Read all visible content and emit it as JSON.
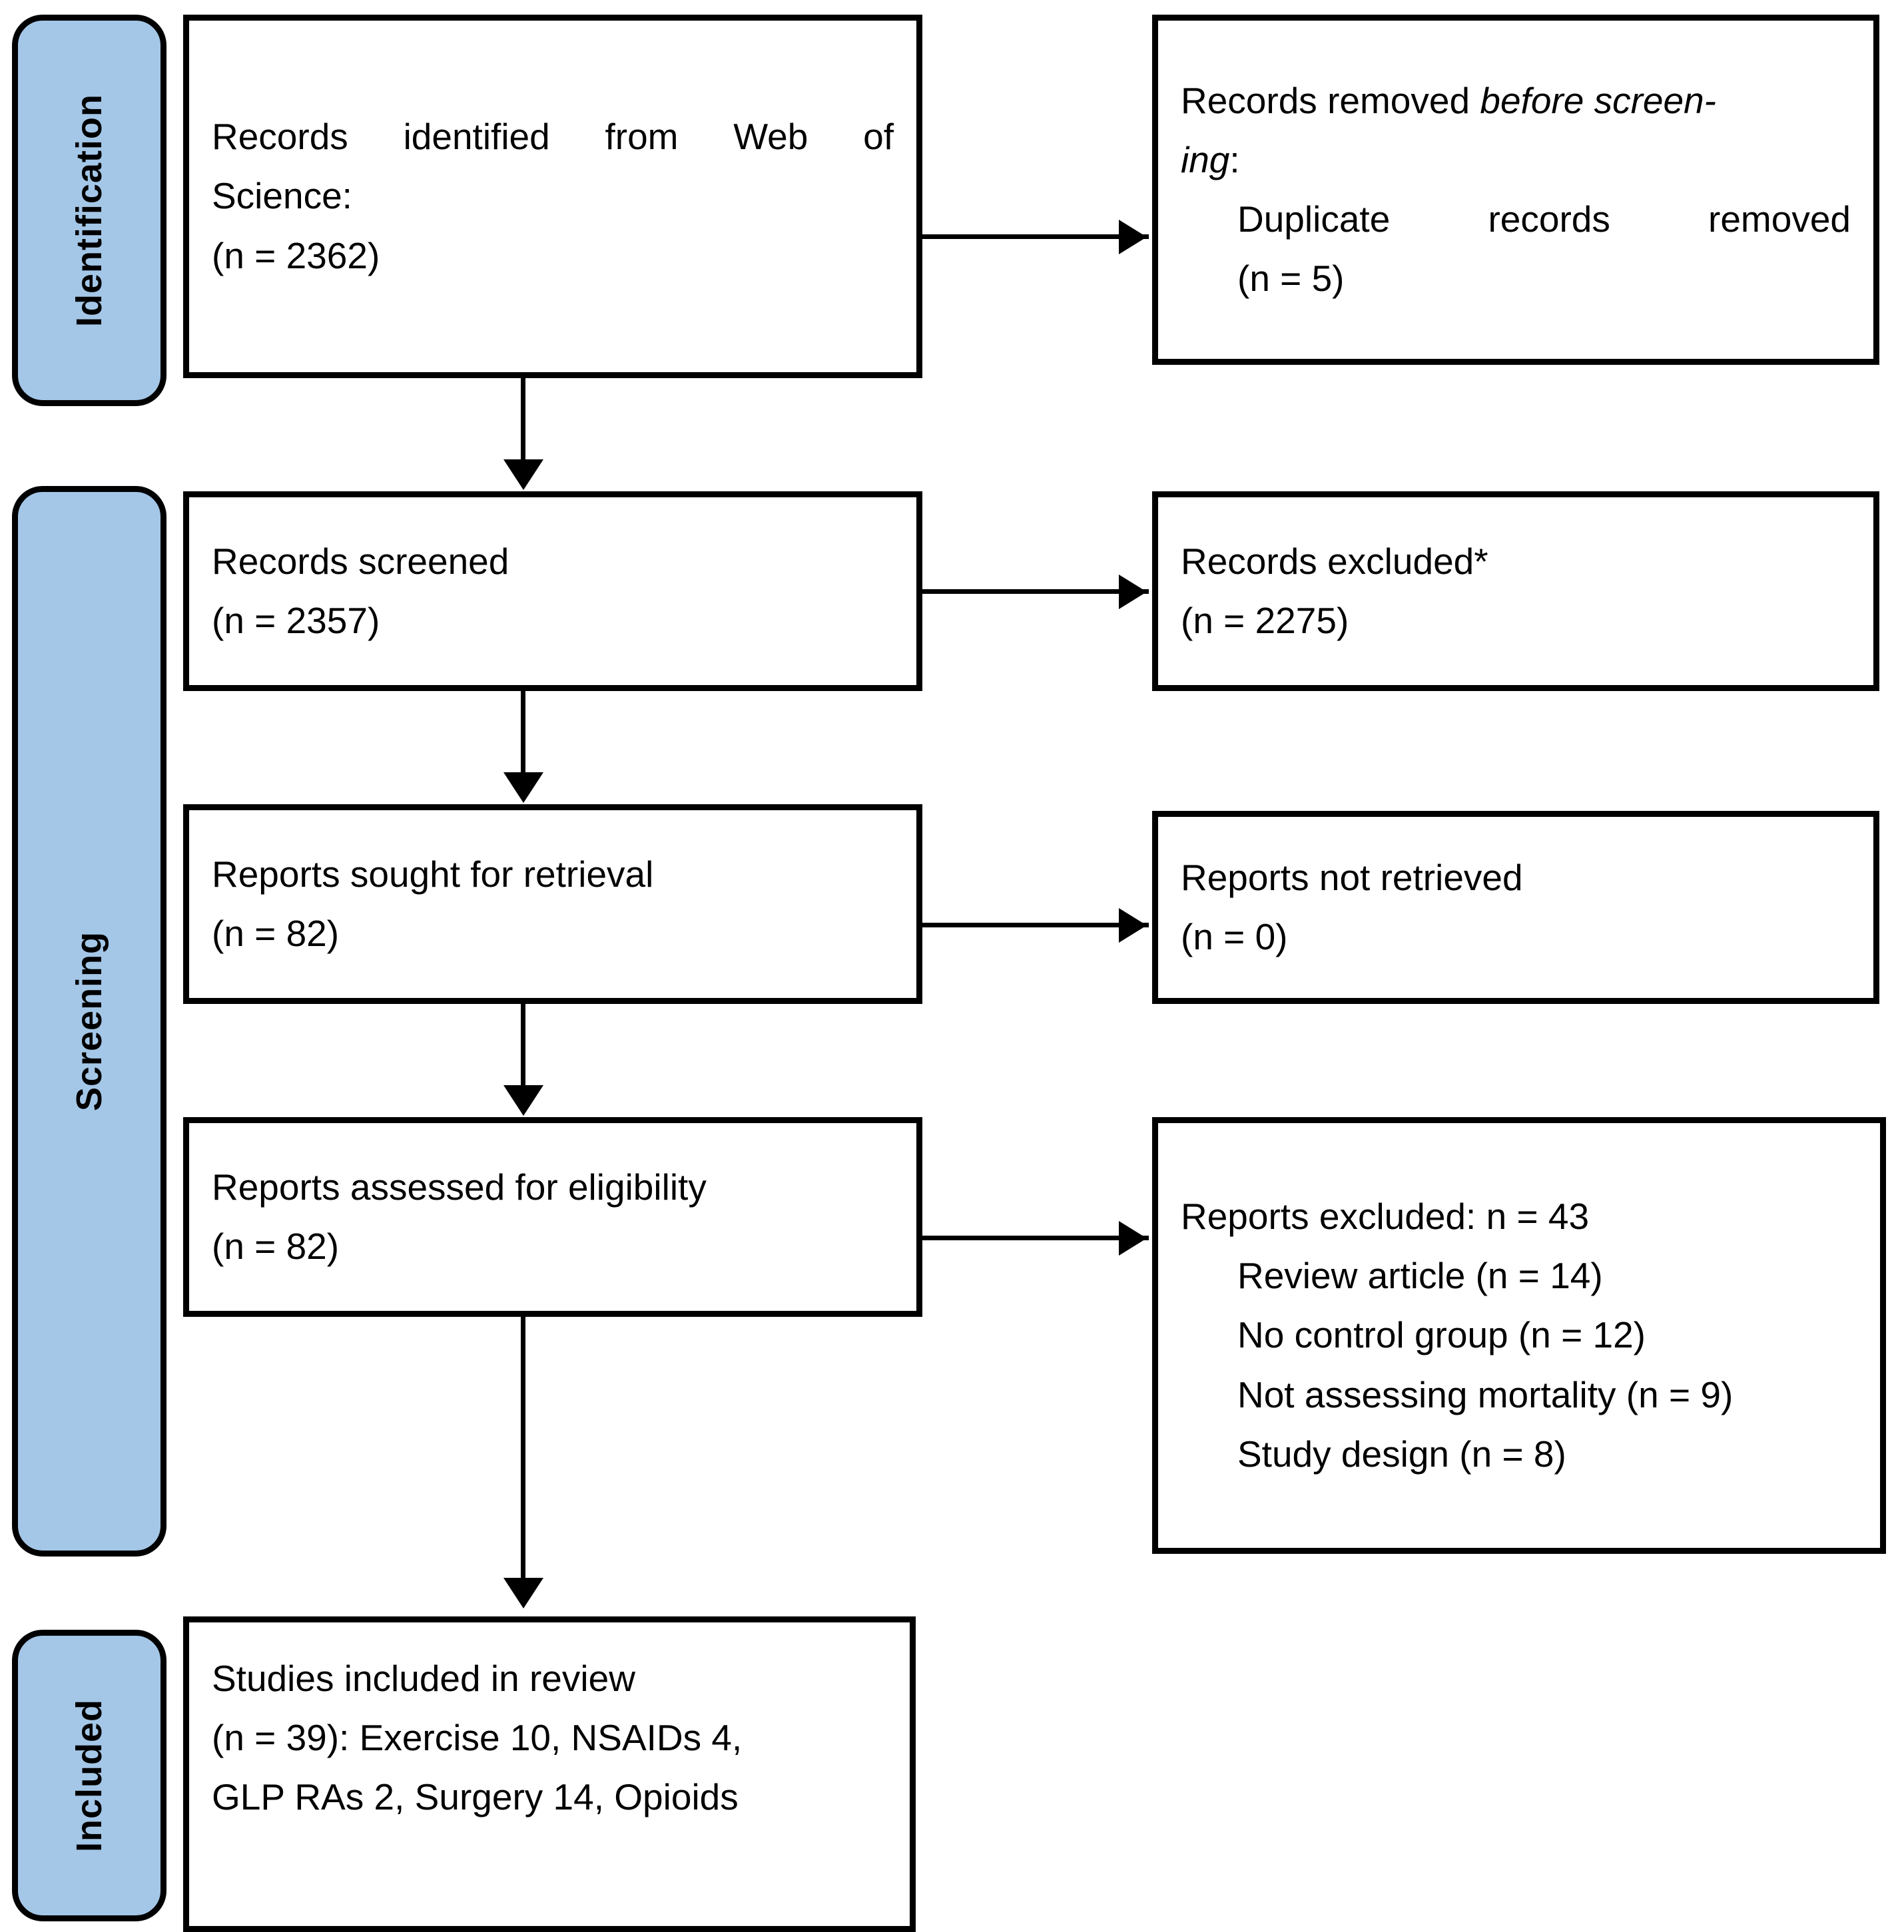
{
  "diagram": {
    "type": "prisma-flow-diagram",
    "accent_color": "#A4C7E8",
    "line_color": "#000000",
    "background": "#ffffff"
  },
  "stages": [
    {
      "key": "identification",
      "label": "Identification"
    },
    {
      "key": "screening",
      "label": "Screening"
    },
    {
      "key": "included",
      "label": "Included"
    }
  ],
  "boxes": {
    "records_identified": {
      "line1": "Records identified from Web of",
      "line2": "Science:",
      "line3": "(n = 2362)"
    },
    "records_removed": {
      "line1": "Records removed ",
      "line1_italic": "before screen-",
      "line2_italic": "ing",
      "line2_tail": ":",
      "line3": "Duplicate records removed",
      "line4": "(n = 5)"
    },
    "records_screened": {
      "line1": "Records screened",
      "line2": "(n = 2357)"
    },
    "records_excluded": {
      "line1": "Records excluded*",
      "line2": "(n = 2275)"
    },
    "reports_sought": {
      "line1": "Reports sought for retrieval",
      "line2": "(n = 82)"
    },
    "reports_not_retrieved": {
      "line1": "Reports not retrieved",
      "line2": "(n = 0)"
    },
    "reports_assessed": {
      "line1": "Reports assessed for eligibility",
      "line2": "(n = 82)"
    },
    "reports_excluded": {
      "heading": "Reports excluded: n = 43",
      "reasons": [
        "Review article (n = 14)",
        "No control group (n = 12)",
        "Not assessing mortality (n = 9)",
        "Study design (n = 8)"
      ]
    },
    "studies_included": {
      "line1": "Studies included in review",
      "line2": "(n = 39): Exercise 10, NSAIDs 4,",
      "line3": "GLP RAs 2, Surgery 14, Opioids"
    }
  },
  "connectors": {
    "identified_to_removed": "arrow-right",
    "identified_to_screened": "arrow-down",
    "screened_to_excluded": "arrow-right",
    "screened_to_sought": "arrow-down",
    "sought_to_not_retrieved": "arrow-right",
    "sought_to_assessed": "arrow-down",
    "assessed_to_excluded": "arrow-right",
    "assessed_to_included": "arrow-down"
  }
}
